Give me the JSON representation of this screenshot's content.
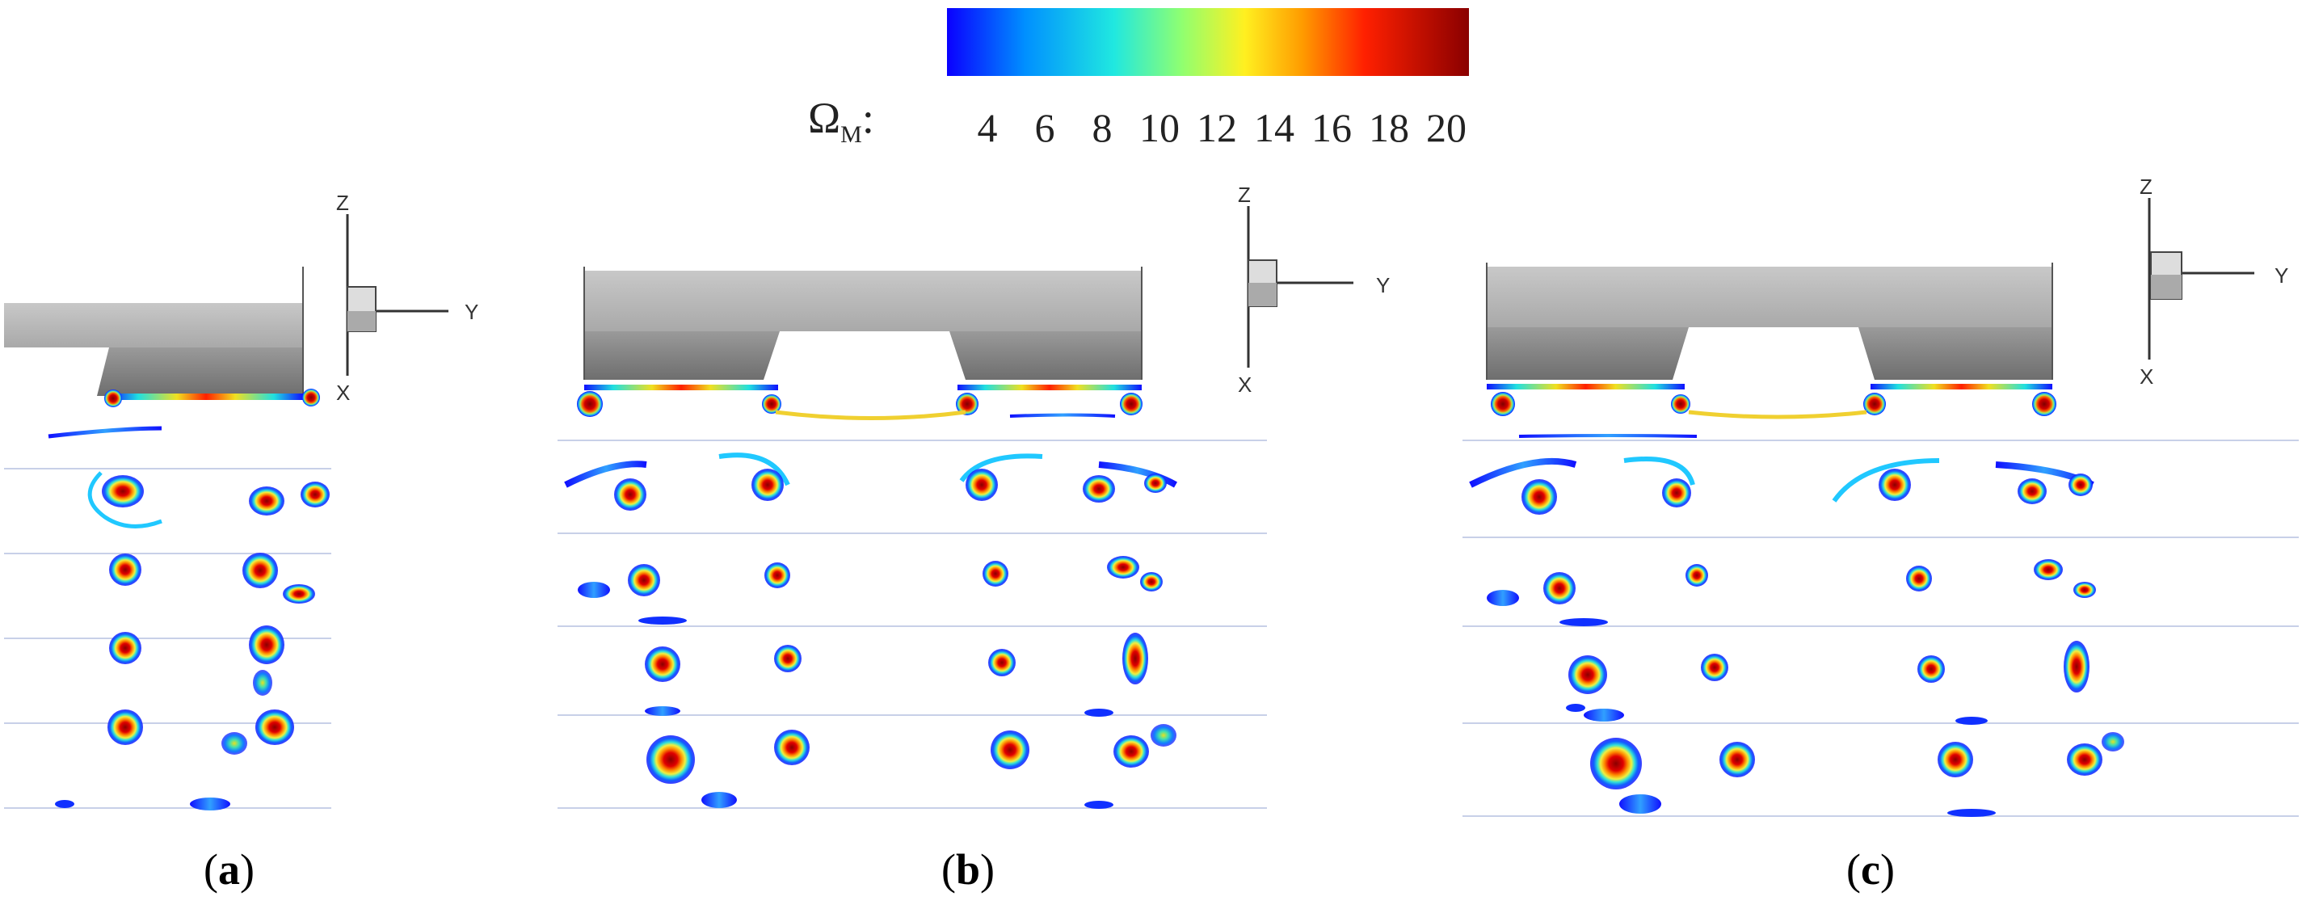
{
  "colorbar": {
    "label_symbol": "Ω",
    "label_sub": "M",
    "label_suffix": ":",
    "ticks": [
      "4",
      "6",
      "8",
      "10",
      "12",
      "14",
      "16",
      "18",
      "20"
    ],
    "colors": [
      "#1010ff",
      "#00a0ff",
      "#20e8e0",
      "#80ff80",
      "#f8f020",
      "#ffa000",
      "#ff3000",
      "#e00000",
      "#900000"
    ]
  },
  "axes_labels": {
    "z": "Z",
    "y": "Y",
    "x": "X"
  },
  "panels": [
    {
      "id": "a",
      "open": "(",
      "letter": "a",
      "close": ")"
    },
    {
      "id": "b",
      "open": "(",
      "letter": "b",
      "close": ")"
    },
    {
      "id": "c",
      "open": "(",
      "letter": "c",
      "close": ")"
    }
  ]
}
